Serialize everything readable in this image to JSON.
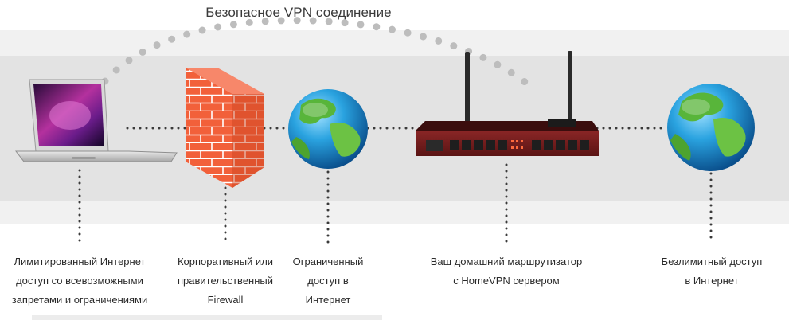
{
  "title": "Безопасное VPN соединение",
  "nodes": [
    {
      "id": "laptop",
      "icon": "laptop-icon",
      "lines": [
        "Лимитированный Интернет",
        "доступ со всевозможными",
        "запретами и ограничениями"
      ]
    },
    {
      "id": "firewall",
      "icon": "brick-firewall-icon",
      "lines": [
        "Корпоративный или",
        "правительственный",
        "Firewall"
      ]
    },
    {
      "id": "globe-limited",
      "icon": "globe-icon",
      "lines": [
        "Ограниченный",
        "доступ в",
        "Интернет"
      ]
    },
    {
      "id": "router",
      "icon": "router-icon",
      "lines": [
        "Ваш домашний маршрутизатор",
        "с HomeVPN сервером"
      ]
    },
    {
      "id": "globe-unlimited",
      "icon": "globe-icon",
      "lines": [
        "Безлимитный доступ",
        "в Интернет"
      ]
    }
  ],
  "colors": {
    "band_outer": "#f1f1f1",
    "band_inner": "#e3e3e3",
    "dots": "#3a3a3a",
    "arc_dots": "#bdbdbd",
    "firewall": "#f2603a",
    "router": "#7c1f1f"
  }
}
